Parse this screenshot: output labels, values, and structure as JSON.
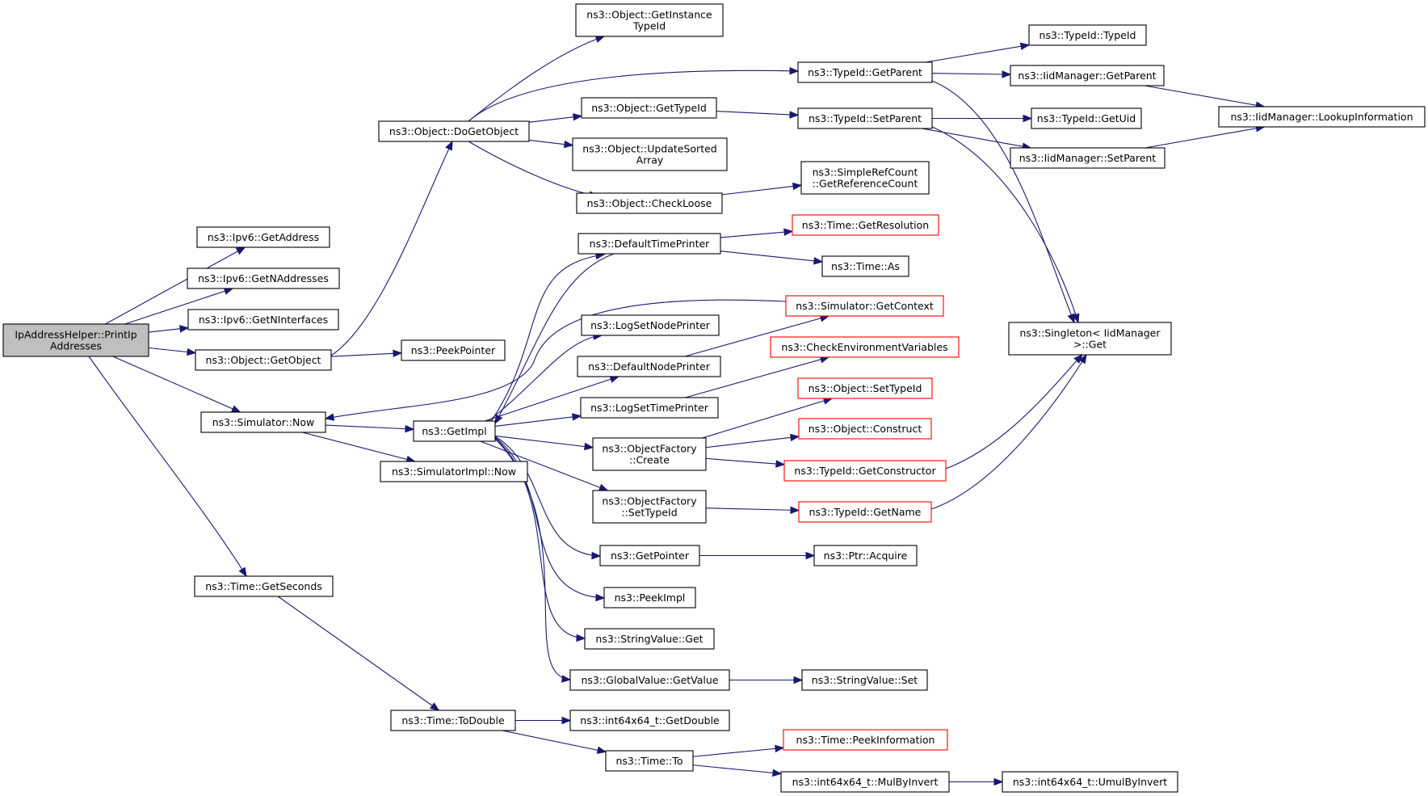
{
  "colors": {
    "edge": "#191970",
    "node_border": "#000000",
    "node_border_truncated": "#ff0000",
    "root_fill": "#bfbfbf",
    "node_fill": "#ffffff"
  },
  "nodes": [
    {
      "id": "root",
      "lines": [
        "IpAddressHelper::PrintIp",
        "Addresses"
      ],
      "style": "root"
    },
    {
      "id": "ipv6_getaddress",
      "lines": [
        "ns3::Ipv6::GetAddress"
      ],
      "style": "normal"
    },
    {
      "id": "ipv6_getnaddresses",
      "lines": [
        "ns3::Ipv6::GetNAddresses"
      ],
      "style": "normal"
    },
    {
      "id": "ipv6_getninterfaces",
      "lines": [
        "ns3::Ipv6::GetNInterfaces"
      ],
      "style": "normal"
    },
    {
      "id": "object_getobject",
      "lines": [
        "ns3::Object::GetObject"
      ],
      "style": "normal"
    },
    {
      "id": "simulator_now",
      "lines": [
        "ns3::Simulator::Now"
      ],
      "style": "normal"
    },
    {
      "id": "time_getseconds",
      "lines": [
        "ns3::Time::GetSeconds"
      ],
      "style": "normal"
    },
    {
      "id": "object_dogetobject",
      "lines": [
        "ns3::Object::DoGetObject"
      ],
      "style": "normal"
    },
    {
      "id": "peekpointer",
      "lines": [
        "ns3::PeekPointer"
      ],
      "style": "normal"
    },
    {
      "id": "getimpl",
      "lines": [
        "ns3::GetImpl"
      ],
      "style": "normal"
    },
    {
      "id": "simulatorimpl_now",
      "lines": [
        "ns3::SimulatorImpl::Now"
      ],
      "style": "normal"
    },
    {
      "id": "time_todouble",
      "lines": [
        "ns3::Time::ToDouble"
      ],
      "style": "normal"
    },
    {
      "id": "object_getinstancetypeid",
      "lines": [
        "ns3::Object::GetInstance",
        "TypeId"
      ],
      "style": "normal"
    },
    {
      "id": "object_gettypeid",
      "lines": [
        "ns3::Object::GetTypeId"
      ],
      "style": "normal"
    },
    {
      "id": "object_updatesortedarray",
      "lines": [
        "ns3::Object::UpdateSorted",
        "Array"
      ],
      "style": "normal"
    },
    {
      "id": "object_checkloose",
      "lines": [
        "ns3::Object::CheckLoose"
      ],
      "style": "normal"
    },
    {
      "id": "defaulttimeprinter",
      "lines": [
        "ns3::DefaultTimePrinter"
      ],
      "style": "normal"
    },
    {
      "id": "logsetnodeprinter",
      "lines": [
        "ns3::LogSetNodePrinter"
      ],
      "style": "normal"
    },
    {
      "id": "defaultnodeprinter",
      "lines": [
        "ns3::DefaultNodePrinter"
      ],
      "style": "normal"
    },
    {
      "id": "logsettimeprinter",
      "lines": [
        "ns3::LogSetTimePrinter"
      ],
      "style": "normal"
    },
    {
      "id": "objectfactory_create",
      "lines": [
        "ns3::ObjectFactory",
        "::Create"
      ],
      "style": "normal"
    },
    {
      "id": "objectfactory_settypeid",
      "lines": [
        "ns3::ObjectFactory",
        "::SetTypeId"
      ],
      "style": "normal"
    },
    {
      "id": "getpointer",
      "lines": [
        "ns3::GetPointer"
      ],
      "style": "normal"
    },
    {
      "id": "peekimpl",
      "lines": [
        "ns3::PeekImpl"
      ],
      "style": "normal"
    },
    {
      "id": "stringvalue_get",
      "lines": [
        "ns3::StringValue::Get"
      ],
      "style": "normal"
    },
    {
      "id": "globalvalue_getvalue",
      "lines": [
        "ns3::GlobalValue::GetValue"
      ],
      "style": "normal"
    },
    {
      "id": "int64_getdouble",
      "lines": [
        "ns3::int64x64_t::GetDouble"
      ],
      "style": "normal"
    },
    {
      "id": "time_to",
      "lines": [
        "ns3::Time::To"
      ],
      "style": "normal"
    },
    {
      "id": "typeid_getparent",
      "lines": [
        "ns3::TypeId::GetParent"
      ],
      "style": "normal"
    },
    {
      "id": "typeid_setparent",
      "lines": [
        "ns3::TypeId::SetParent"
      ],
      "style": "normal"
    },
    {
      "id": "simplerefcount_getreferencecount",
      "lines": [
        "ns3::SimpleRefCount",
        "::GetReferenceCount"
      ],
      "style": "normal"
    },
    {
      "id": "time_getresolution",
      "lines": [
        "ns3::Time::GetResolution"
      ],
      "style": "truncated"
    },
    {
      "id": "time_as",
      "lines": [
        "ns3::Time::As"
      ],
      "style": "normal"
    },
    {
      "id": "simulator_getcontext",
      "lines": [
        "ns3::Simulator::GetContext"
      ],
      "style": "truncated"
    },
    {
      "id": "checkenvironmentvariables",
      "lines": [
        "ns3::CheckEnvironmentVariables"
      ],
      "style": "truncated"
    },
    {
      "id": "object_settypeid",
      "lines": [
        "ns3::Object::SetTypeId"
      ],
      "style": "truncated"
    },
    {
      "id": "object_construct",
      "lines": [
        "ns3::Object::Construct"
      ],
      "style": "truncated"
    },
    {
      "id": "typeid_getconstructor",
      "lines": [
        "ns3::TypeId::GetConstructor"
      ],
      "style": "truncated"
    },
    {
      "id": "typeid_getname",
      "lines": [
        "ns3::TypeId::GetName"
      ],
      "style": "truncated"
    },
    {
      "id": "ptr_acquire",
      "lines": [
        "ns3::Ptr::Acquire"
      ],
      "style": "normal"
    },
    {
      "id": "stringvalue_set",
      "lines": [
        "ns3::StringValue::Set"
      ],
      "style": "normal"
    },
    {
      "id": "time_peekinformation",
      "lines": [
        "ns3::Time::PeekInformation"
      ],
      "style": "truncated"
    },
    {
      "id": "int64_mulbyinvert",
      "lines": [
        "ns3::int64x64_t::MulByInvert"
      ],
      "style": "normal"
    },
    {
      "id": "typeid_typeid",
      "lines": [
        "ns3::TypeId::TypeId"
      ],
      "style": "normal"
    },
    {
      "id": "iidmanager_getparent",
      "lines": [
        "ns3::IidManager::GetParent"
      ],
      "style": "normal"
    },
    {
      "id": "typeid_getuid",
      "lines": [
        "ns3::TypeId::GetUid"
      ],
      "style": "normal"
    },
    {
      "id": "iidmanager_setparent",
      "lines": [
        "ns3::IidManager::SetParent"
      ],
      "style": "normal"
    },
    {
      "id": "singleton_get",
      "lines": [
        "ns3::Singleton< IidManager",
        " >::Get"
      ],
      "style": "normal"
    },
    {
      "id": "int64_umulbyinvert",
      "lines": [
        "ns3::int64x64_t::UmulByInvert"
      ],
      "style": "normal"
    },
    {
      "id": "iidmanager_lookupinformation",
      "lines": [
        "ns3::IidManager::LookupInformation"
      ],
      "style": "normal"
    }
  ],
  "edges": [
    [
      "root",
      "ipv6_getaddress"
    ],
    [
      "root",
      "ipv6_getnaddresses"
    ],
    [
      "root",
      "ipv6_getninterfaces"
    ],
    [
      "root",
      "object_getobject"
    ],
    [
      "root",
      "simulator_now"
    ],
    [
      "root",
      "time_getseconds"
    ],
    [
      "object_getobject",
      "object_dogetobject"
    ],
    [
      "object_getobject",
      "peekpointer"
    ],
    [
      "object_dogetobject",
      "object_getinstancetypeid"
    ],
    [
      "object_dogetobject",
      "typeid_getparent"
    ],
    [
      "object_dogetobject",
      "object_gettypeid"
    ],
    [
      "object_dogetobject",
      "object_updatesortedarray"
    ],
    [
      "object_dogetobject",
      "object_checkloose"
    ],
    [
      "object_gettypeid",
      "typeid_setparent"
    ],
    [
      "object_checkloose",
      "simplerefcount_getreferencecount"
    ],
    [
      "typeid_getparent",
      "typeid_typeid"
    ],
    [
      "typeid_getparent",
      "iidmanager_getparent"
    ],
    [
      "typeid_getparent",
      "singleton_get"
    ],
    [
      "typeid_setparent",
      "typeid_getuid"
    ],
    [
      "typeid_setparent",
      "iidmanager_setparent"
    ],
    [
      "typeid_setparent",
      "singleton_get"
    ],
    [
      "iidmanager_getparent",
      "iidmanager_lookupinformation"
    ],
    [
      "iidmanager_setparent",
      "iidmanager_lookupinformation"
    ],
    [
      "simulator_now",
      "getimpl"
    ],
    [
      "simulator_now",
      "simulatorimpl_now"
    ],
    [
      "getimpl",
      "defaulttimeprinter"
    ],
    [
      "getimpl",
      "logsetnodeprinter"
    ],
    [
      "getimpl",
      "defaultnodeprinter"
    ],
    [
      "getimpl",
      "logsettimeprinter"
    ],
    [
      "getimpl",
      "objectfactory_create"
    ],
    [
      "getimpl",
      "objectfactory_settypeid"
    ],
    [
      "getimpl",
      "getpointer"
    ],
    [
      "getimpl",
      "peekimpl"
    ],
    [
      "getimpl",
      "stringvalue_get"
    ],
    [
      "getimpl",
      "globalvalue_getvalue"
    ],
    [
      "defaulttimeprinter",
      "time_getresolution"
    ],
    [
      "defaulttimeprinter",
      "time_as"
    ],
    [
      "defaulttimeprinter",
      "getimpl"
    ],
    [
      "simulator_getcontext",
      "simulator_now"
    ],
    [
      "defaultnodeprinter",
      "simulator_getcontext"
    ],
    [
      "logsettimeprinter",
      "checkenvironmentvariables"
    ],
    [
      "objectfactory_create",
      "object_settypeid"
    ],
    [
      "objectfactory_create",
      "object_construct"
    ],
    [
      "objectfactory_create",
      "typeid_getconstructor"
    ],
    [
      "objectfactory_settypeid",
      "typeid_getname"
    ],
    [
      "typeid_getconstructor",
      "singleton_get"
    ],
    [
      "typeid_getname",
      "singleton_get"
    ],
    [
      "getpointer",
      "ptr_acquire"
    ],
    [
      "globalvalue_getvalue",
      "stringvalue_set"
    ],
    [
      "time_getseconds",
      "time_todouble"
    ],
    [
      "time_todouble",
      "int64_getdouble"
    ],
    [
      "time_todouble",
      "time_to"
    ],
    [
      "time_to",
      "time_peekinformation"
    ],
    [
      "time_to",
      "int64_mulbyinvert"
    ],
    [
      "int64_mulbyinvert",
      "int64_umulbyinvert"
    ]
  ]
}
